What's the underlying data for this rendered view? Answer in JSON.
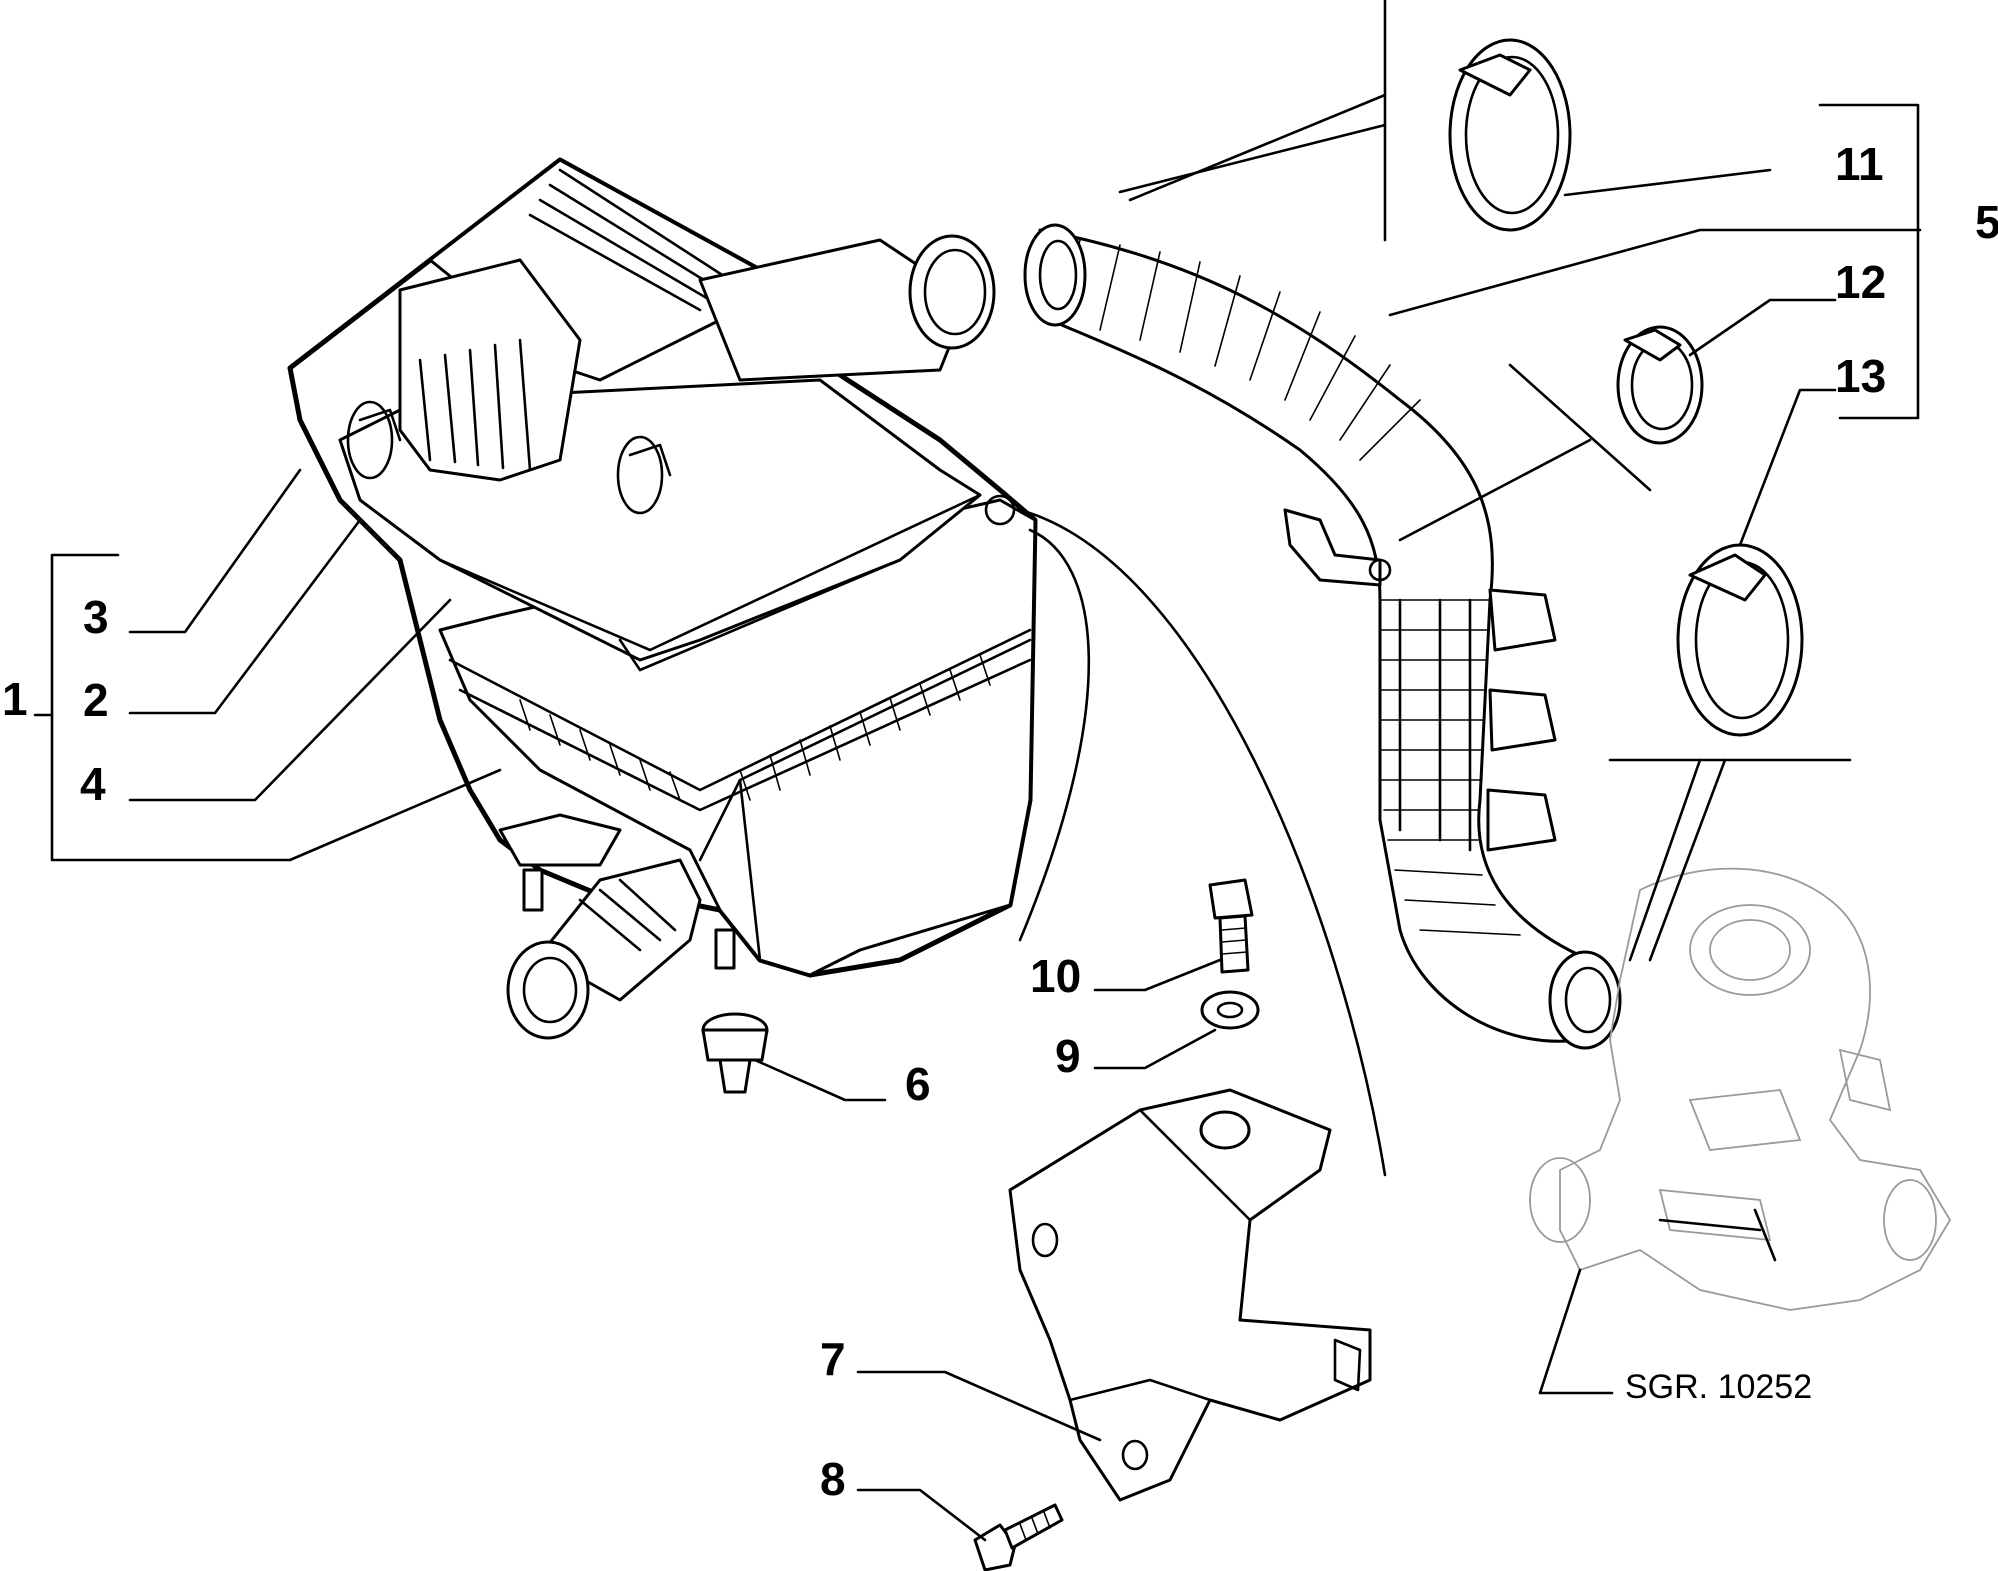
{
  "diagram": {
    "callouts": [
      {
        "id": "c1",
        "label": "1"
      },
      {
        "id": "c2",
        "label": "2"
      },
      {
        "id": "c3",
        "label": "3"
      },
      {
        "id": "c4",
        "label": "4"
      },
      {
        "id": "c5",
        "label": "5"
      },
      {
        "id": "c6",
        "label": "6"
      },
      {
        "id": "c7",
        "label": "7"
      },
      {
        "id": "c8",
        "label": "8"
      },
      {
        "id": "c9",
        "label": "9"
      },
      {
        "id": "c10",
        "label": "10"
      },
      {
        "id": "c11",
        "label": "11"
      },
      {
        "id": "c12",
        "label": "12"
      },
      {
        "id": "c13",
        "label": "13"
      }
    ],
    "reference_code": "SGR. 10252"
  }
}
